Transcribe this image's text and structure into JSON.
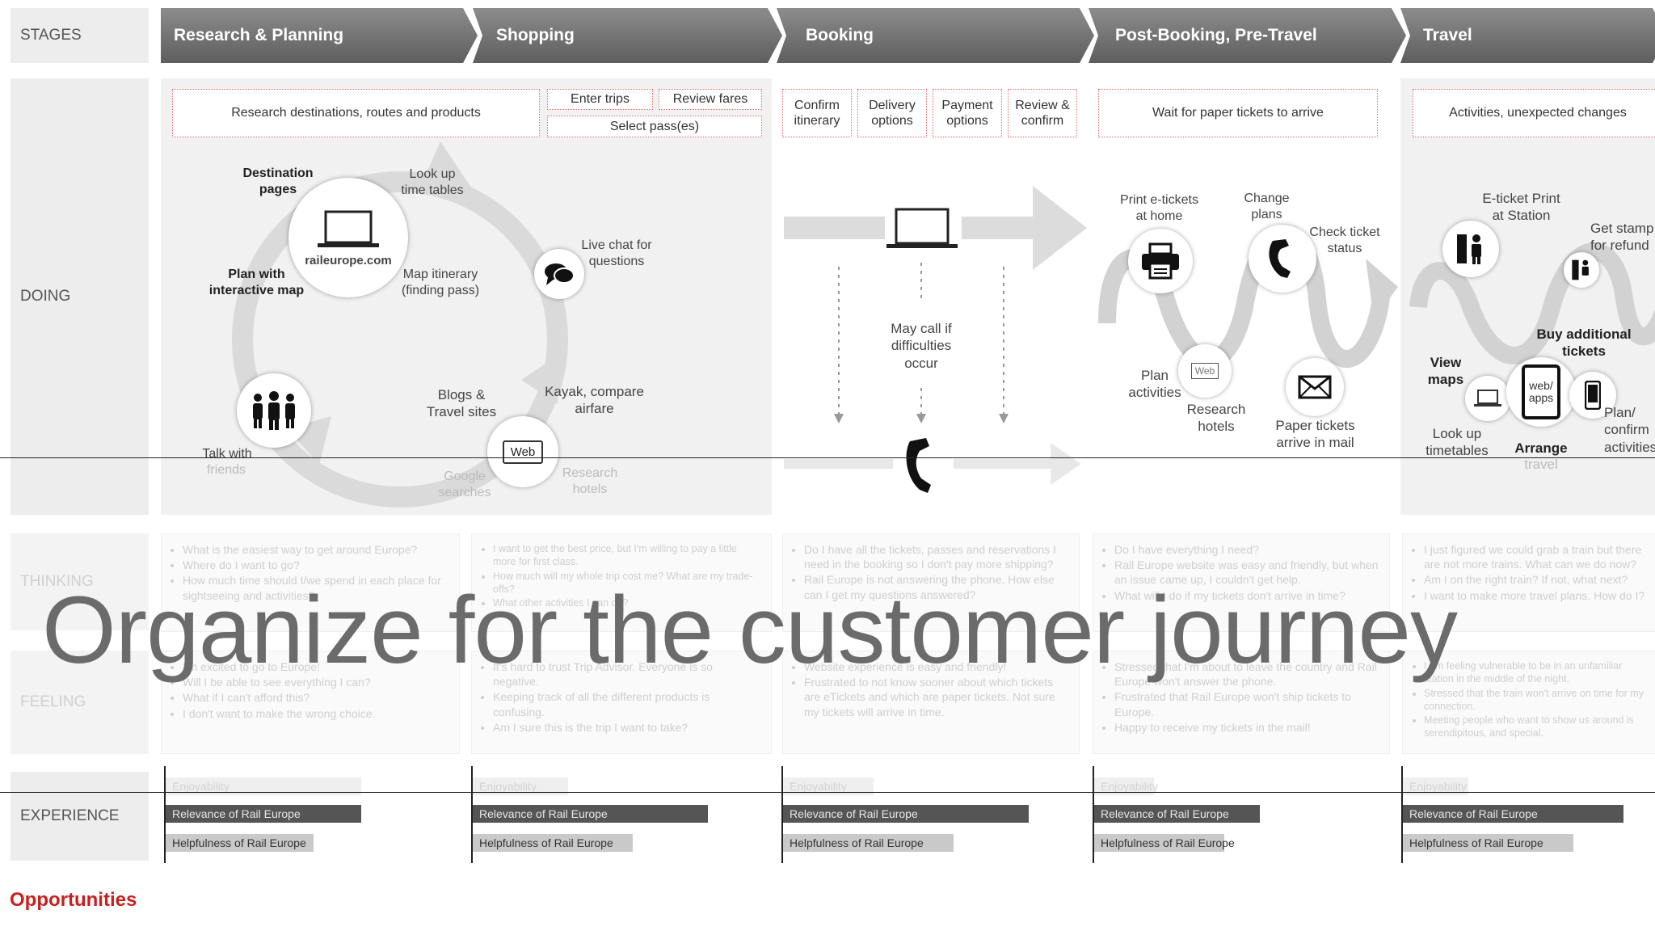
{
  "rows": {
    "stages": "STAGES",
    "doing": "DOING",
    "thinking": "THINKING",
    "feeling": "FEELING",
    "experience": "EXPERIENCE"
  },
  "stages": [
    "Research & Planning",
    "Shopping",
    "Booking",
    "Post-Booking, Pre-Travel",
    "Travel"
  ],
  "doing_boxes": {
    "research": "Research destinations, routes and products",
    "enter_trips": "Enter trips",
    "review_fares": "Review fares",
    "select_passes": "Select pass(es)",
    "confirm_itinerary": "Confirm itinerary",
    "delivery_options": "Delivery options",
    "payment_options": "Payment options",
    "review_confirm": "Review & confirm",
    "wait_tickets": "Wait for paper tickets to arrive",
    "activities": "Activities, unexpected changes"
  },
  "research_labels": {
    "destination_pages": "Destination pages",
    "look_up": "Look up time tables",
    "raileurope": "raileurope.com",
    "plan_map": "Plan with interactive map",
    "map_itinerary": "Map itinerary (finding pass)",
    "live_chat": "Live chat for questions",
    "blogs": "Blogs & Travel sites",
    "kayak": "Kayak, compare airfare",
    "web": "Web",
    "talk_with": "Talk with",
    "friends": "friends",
    "google": "Google searches",
    "research_hotels": "Research hotels"
  },
  "booking_labels": {
    "may_call": "May call if difficulties occur"
  },
  "post_labels": {
    "print": "Print e-tickets at home",
    "change_plans": "Change plans",
    "check_status": "Check ticket status",
    "plan_activities": "Plan activities",
    "web": "Web",
    "research_hotels": "Research hotels",
    "paper_tickets": "Paper tickets arrive in mail"
  },
  "travel_labels": {
    "eticket": "E-ticket Print at Station",
    "get_stamp": "Get stamp for refund",
    "buy_additional": "Buy additional tickets",
    "view_maps": "View maps",
    "web_apps": "web/ apps",
    "look_up": "Look up timetables",
    "arrange": "Arrange",
    "travel": "travel",
    "plan_confirm": "Plan/ confirm activities"
  },
  "thinking": [
    [
      "What is the easiest way to get around Europe?",
      "Where do I want to go?",
      "How much time should I/we spend in each place for sightseeing and activities?"
    ],
    [
      "I want to get the best price, but I'm willing to pay a little more for first class.",
      "How much will my whole trip cost me? What are my trade-offs?",
      "What other activities I can do?"
    ],
    [
      "Do I have all the tickets, passes and reservations I need in the booking so I don't pay more shipping?",
      "Rail Europe is not answering the phone. How else can I get my questions answered?"
    ],
    [
      "Do I have everything I need?",
      "Rail Europe website was easy and friendly, but when an issue came up, I couldn't get help.",
      "What will I do if my tickets don't arrive in time?"
    ],
    [
      "I just figured we could grab a train but there are not more trains. What can we do now?",
      "Am I on the right train? If not, what next?",
      "I want to make more travel plans. How do I?"
    ]
  ],
  "feeling": [
    [
      "I'm excited to go to Europe!",
      "Will I be able to see everything I can?",
      "What if I can't afford this?",
      "I don't want to make the wrong choice."
    ],
    [
      "It's hard to trust Trip Advisor. Everyone is so negative.",
      "Keeping track of all the different products is confusing.",
      "Am I sure this is the trip I want to take?"
    ],
    [
      "Website experience is easy and friendly!",
      "Frustrated to not know sooner about which tickets are eTickets and which are paper tickets. Not sure my tickets will arrive in time."
    ],
    [
      "Stressed that I'm about to leave the country and Rail Europe won't answer the phone.",
      "Frustrated that Rail Europe won't ship tickets to Europe.",
      "Happy to receive my tickets in the mail!"
    ],
    [
      "I am feeling vulnerable to be in an unfamiliar station in the middle of the night.",
      "Stressed that the train won't arrive on time for my connection.",
      "Meeting people who want to show us around is serendipitous, and special."
    ]
  ],
  "experience": {
    "enjoyability": "Enjoyability",
    "relevance": "Relevance of Rail Europe",
    "helpfulness": "Helpfulness of Rail Europe",
    "levels": [
      {
        "enj": 0.78,
        "rel": 0.78,
        "help": 0.59
      },
      {
        "enj": 0.38,
        "rel": 0.94,
        "help": 0.64
      },
      {
        "enj": 0.36,
        "rel": 0.98,
        "help": 0.68
      },
      {
        "enj": 0.24,
        "rel": 0.66,
        "help": 0.52
      },
      {
        "enj": 0.26,
        "rel": 0.88,
        "help": 0.68
      }
    ]
  },
  "overlay_title": "Organize for the customer journey",
  "opportunities": "Opportunities",
  "colors": {
    "stage_dark": "#5e5e5e",
    "accent_red": "#c8201f",
    "dotted_border": "#e46a6a"
  }
}
